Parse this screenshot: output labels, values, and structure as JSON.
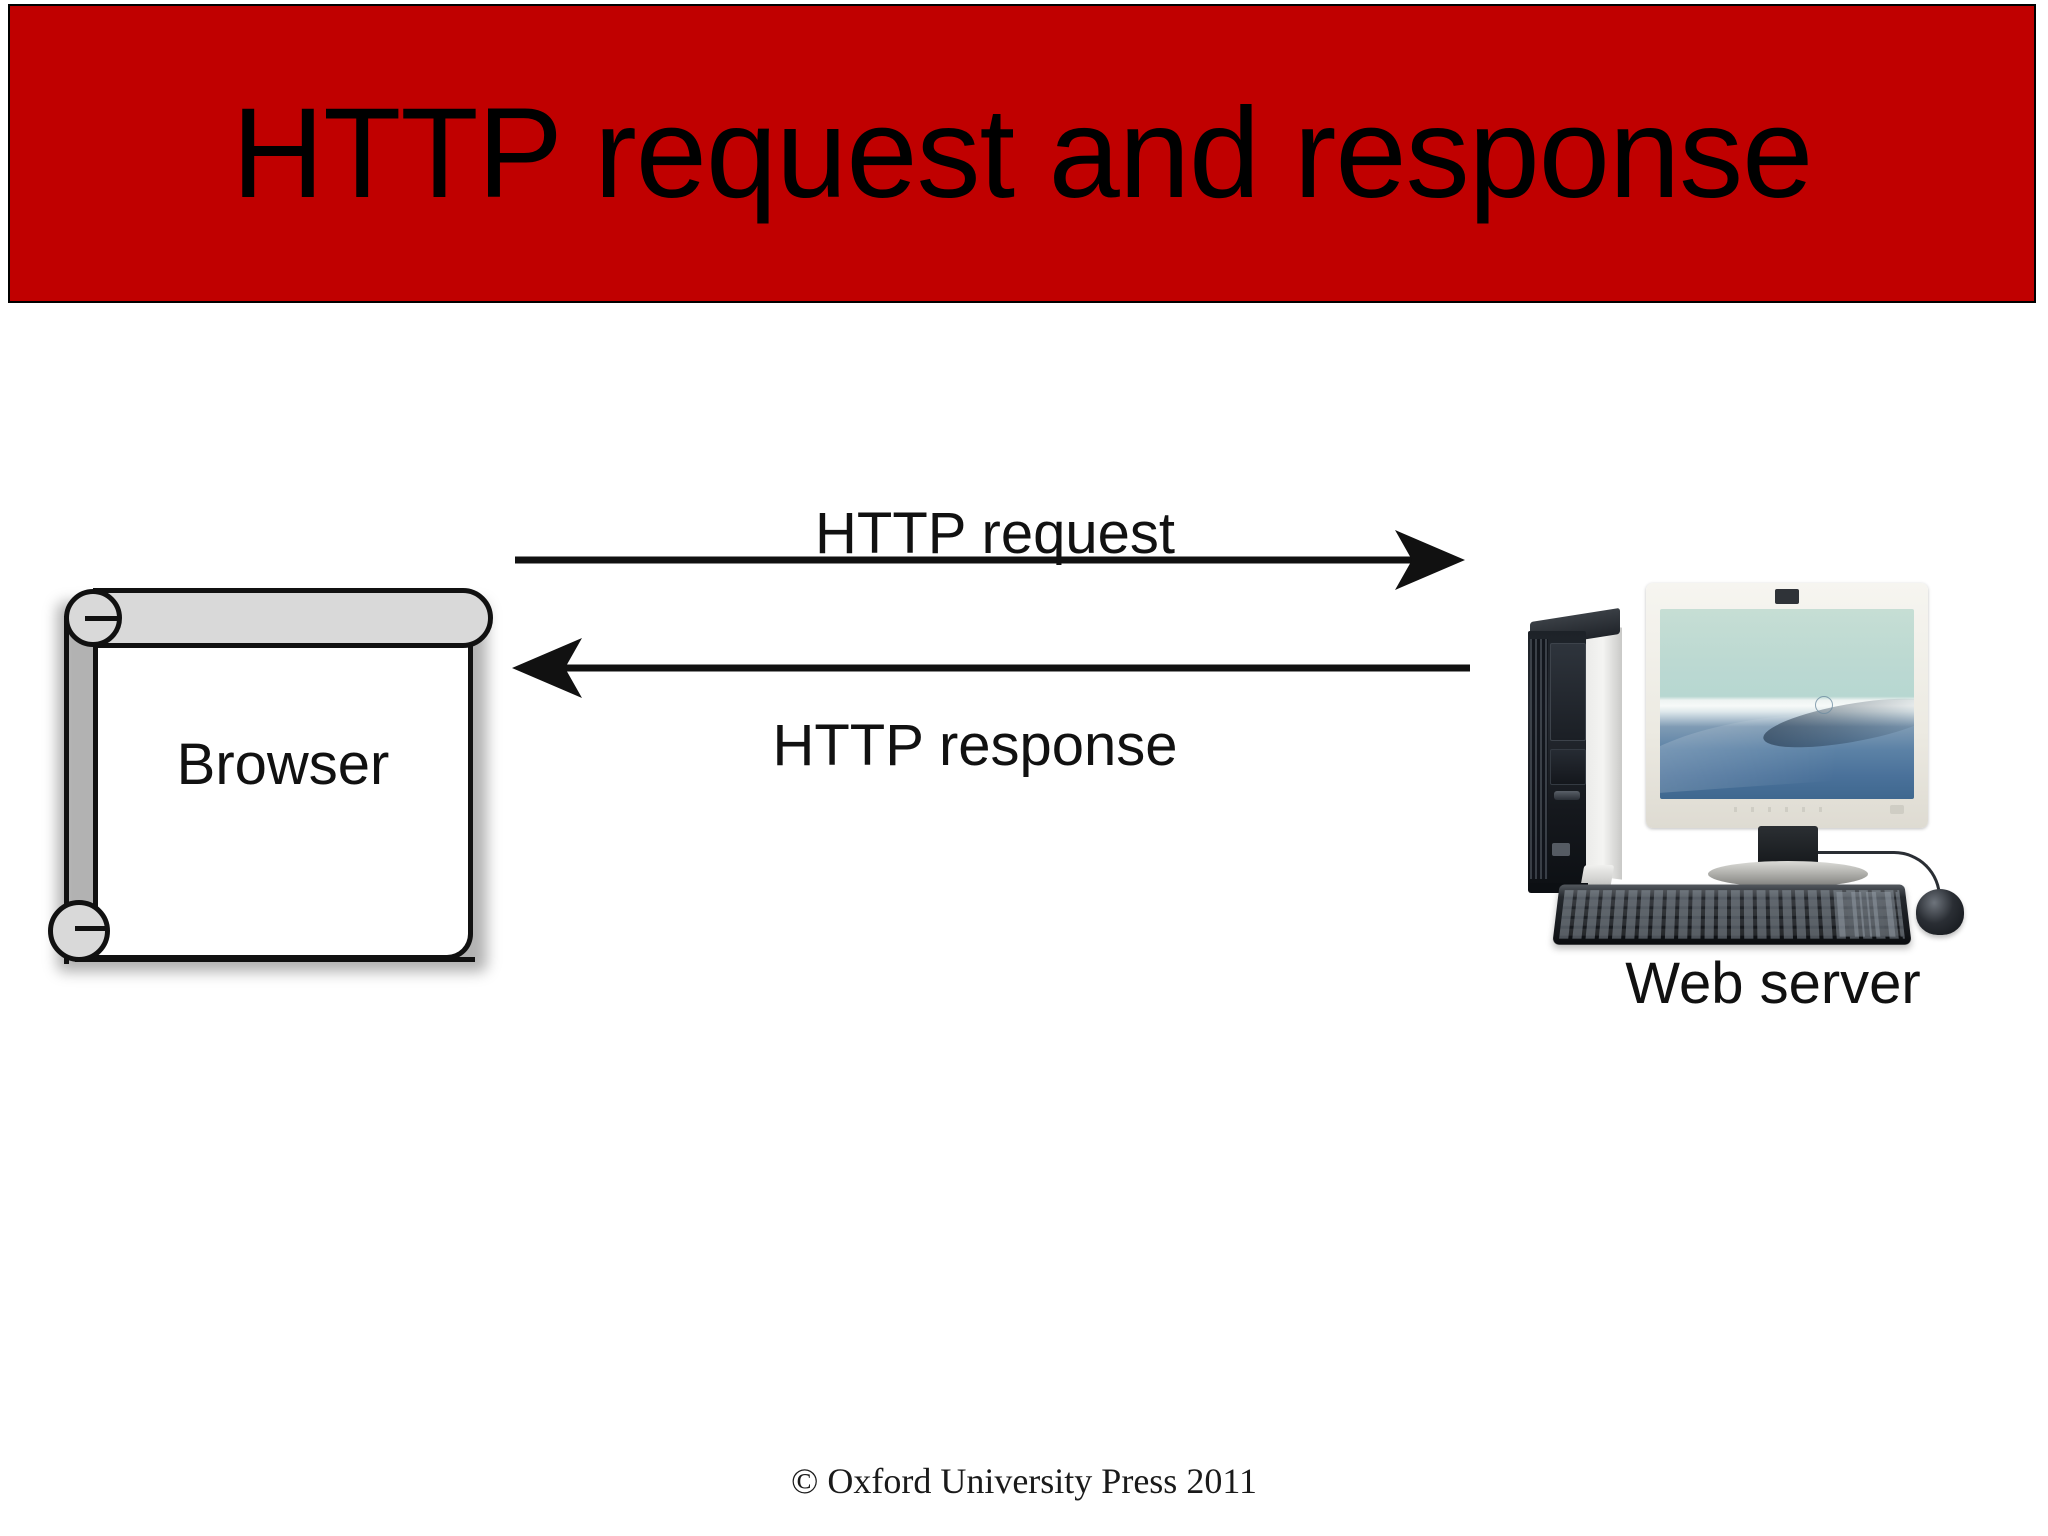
{
  "slide": {
    "title": "HTTP request and response",
    "title_bar_color": "#C00000",
    "title_text_color": "#000000",
    "background_color": "#FFFFFF"
  },
  "diagram": {
    "client": {
      "label": "Browser",
      "icon": "scroll-document-icon"
    },
    "server": {
      "label": "Web server",
      "icon": "desktop-computer-icon",
      "parts": [
        "tower",
        "monitor",
        "keyboard",
        "mouse"
      ]
    },
    "flows": [
      {
        "label": "HTTP request",
        "direction": "client-to-server",
        "arrow": "right-arrow-icon"
      },
      {
        "label": "HTTP response",
        "direction": "server-to-client",
        "arrow": "left-arrow-icon"
      }
    ]
  },
  "footer": {
    "copyright": "© Oxford University Press 2011"
  }
}
